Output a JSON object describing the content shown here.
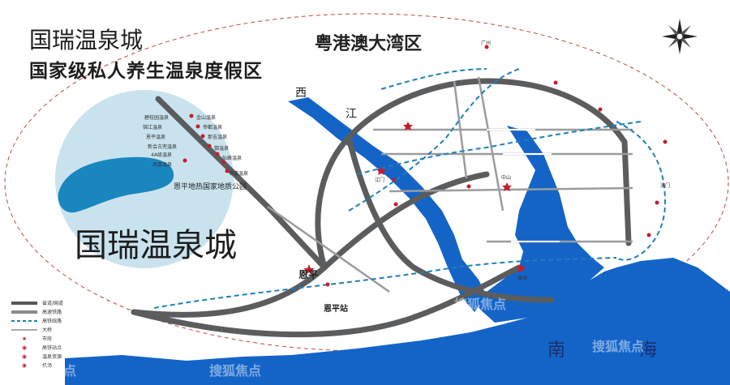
{
  "header": {
    "brand": "国瑞温泉城",
    "subtitle": "国家级私人养生温泉度假区"
  },
  "region_title": "粤港澳大湾区",
  "brand_big": "国瑞温泉城",
  "park_label": "恩平地热国家地质公园",
  "sea": {
    "left": "南",
    "right": "海"
  },
  "river_chars": [
    "西",
    "江"
  ],
  "cities": [
    "恩平",
    "恩平站",
    "江门",
    "广州",
    "中山",
    "珠海",
    "澳门"
  ],
  "hotspots": [
    "碧桂园温泉",
    "金山温泉",
    "锦江温泉",
    "帝都温泉",
    "恩平温泉",
    "那吉温泉",
    "新会古兜温泉",
    "4A级温泉",
    "御温泉",
    "仙峰温泉",
    "凤凰温泉",
    "帝豪温泉"
  ],
  "legend": [
    {
      "kind": "line",
      "color": "#56585a",
      "label": "省道/国道"
    },
    {
      "kind": "line",
      "color": "#888a8c",
      "label": "高速铁路"
    },
    {
      "kind": "dash",
      "color": "#1f7fb8",
      "label": "高铁线路"
    },
    {
      "kind": "line",
      "color": "#aaaaaa",
      "label": "大桥"
    },
    {
      "kind": "star",
      "color": "#c31e2e",
      "label": "市府"
    },
    {
      "kind": "dot",
      "color": "#c31e2e",
      "label": "高铁站点"
    },
    {
      "kind": "dot",
      "color": "#c31e2e",
      "label": "温泉资源"
    },
    {
      "kind": "dot",
      "color": "#c31e2e",
      "label": "机场"
    }
  ],
  "watermarks": [
    "搜狐焦点",
    "搜狐焦点",
    "搜狐焦点",
    "搜狐焦点"
  ],
  "colors": {
    "sea": "#1464c8",
    "lake_bg": "#c9e3ee",
    "lake": "#1a86bf",
    "road": "#5a5c5e",
    "rail": "#1f7fb8",
    "accent": "#c31e2e"
  }
}
